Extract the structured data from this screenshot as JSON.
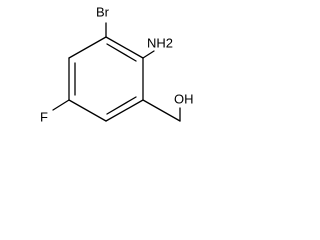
{
  "molecule": {
    "labels": {
      "br": "Br",
      "nh2": "NH2",
      "f": "F",
      "oh": "OH"
    }
  }
}
